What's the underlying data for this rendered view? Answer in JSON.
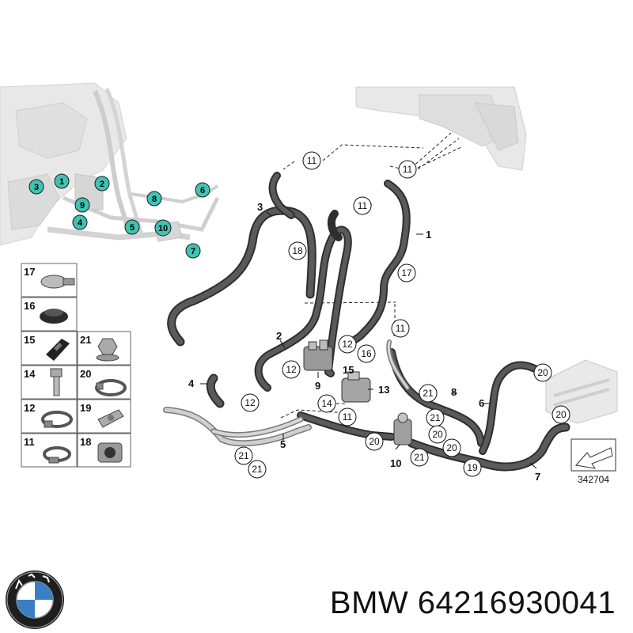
{
  "diagram": {
    "overview_callouts": [
      "3",
      "1",
      "2",
      "9",
      "4",
      "8",
      "5",
      "10",
      "6",
      "7"
    ],
    "main_callouts": {
      "ref_11": "11",
      "ref_18": "18",
      "ref_17": "17",
      "ref_12": "12",
      "ref_16": "16",
      "ref_14": "14",
      "ref_21": "21",
      "ref_20": "20",
      "ref_19": "19"
    },
    "part_labels": {
      "p1": "1",
      "p2": "2",
      "p3": "3",
      "p4": "4",
      "p5": "5",
      "p6": "6",
      "p7": "7",
      "p8": "8",
      "p9": "9",
      "p10": "10",
      "p13": "13",
      "p15": "15"
    },
    "legend": [
      {
        "left": "17",
        "right": ""
      },
      {
        "left": "16",
        "right": ""
      },
      {
        "left": "15",
        "right": "21"
      },
      {
        "left": "14",
        "right": "20"
      },
      {
        "left": "12",
        "right": "19"
      },
      {
        "left": "11",
        "right": "18"
      }
    ],
    "diagram_number": "342704"
  },
  "footer": {
    "brand_text": "BMW",
    "part_number": "64216930041"
  },
  "colors": {
    "teal": "#3fc3b3",
    "hose": "#3a3a3a",
    "pipe": "#b9b9b9",
    "line": "#222222"
  }
}
